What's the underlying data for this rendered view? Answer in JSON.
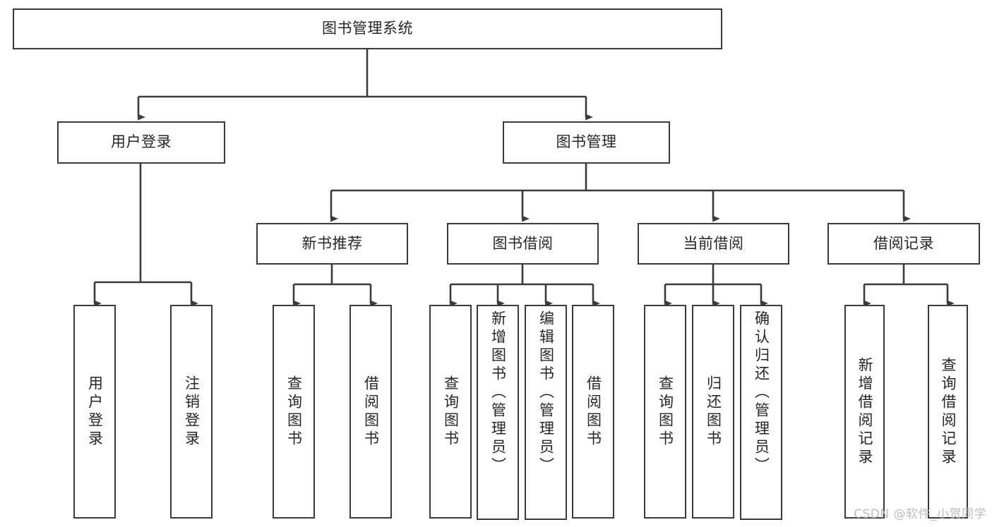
{
  "diagram": {
    "title": "图书管理系统",
    "type": "tree-hierarchy-diagram",
    "colors": {
      "box_border": "#3b3b3b",
      "box_fill": "#ffffff",
      "edge": "#3b3b3b",
      "text": "#262626",
      "watermark": "#bdbdbd"
    }
  },
  "root": {
    "label": "图书管理系统"
  },
  "level2": [
    {
      "id": "user-login",
      "label": "用户登录"
    },
    {
      "id": "book-manage",
      "label": "图书管理"
    }
  ],
  "level3": [
    {
      "id": "new-book-recommend",
      "label": "新书推荐"
    },
    {
      "id": "book-borrow",
      "label": "图书借阅"
    },
    {
      "id": "current-borrow",
      "label": "当前借阅"
    },
    {
      "id": "borrow-record",
      "label": "借阅记录"
    }
  ],
  "leaves": {
    "user_login": [
      {
        "id": "leaf-user-login",
        "label": "用户登录"
      },
      {
        "id": "leaf-logout",
        "label": "注销登录"
      }
    ],
    "new_book_recommend": [
      {
        "id": "leaf-query-book-1",
        "label": "查询图书"
      },
      {
        "id": "leaf-borrow-book-1",
        "label": "借阅图书"
      }
    ],
    "book_borrow": [
      {
        "id": "leaf-query-book-2",
        "label": "查询图书"
      },
      {
        "id": "leaf-add-book",
        "label": "新增图书（管理员）"
      },
      {
        "id": "leaf-edit-book",
        "label": "编辑图书（管理员）"
      },
      {
        "id": "leaf-borrow-book-2",
        "label": "借阅图书"
      }
    ],
    "current_borrow": [
      {
        "id": "leaf-query-book-3",
        "label": "查询图书"
      },
      {
        "id": "leaf-return-book",
        "label": "归还图书"
      },
      {
        "id": "leaf-confirm-return",
        "label": "确认归还（管理员）"
      }
    ],
    "borrow_record": [
      {
        "id": "leaf-add-record",
        "label": "新增借阅记录"
      },
      {
        "id": "leaf-query-record",
        "label": "查询借阅记录"
      }
    ]
  },
  "watermark": {
    "text": "CSDN @软件_小贺同学"
  }
}
